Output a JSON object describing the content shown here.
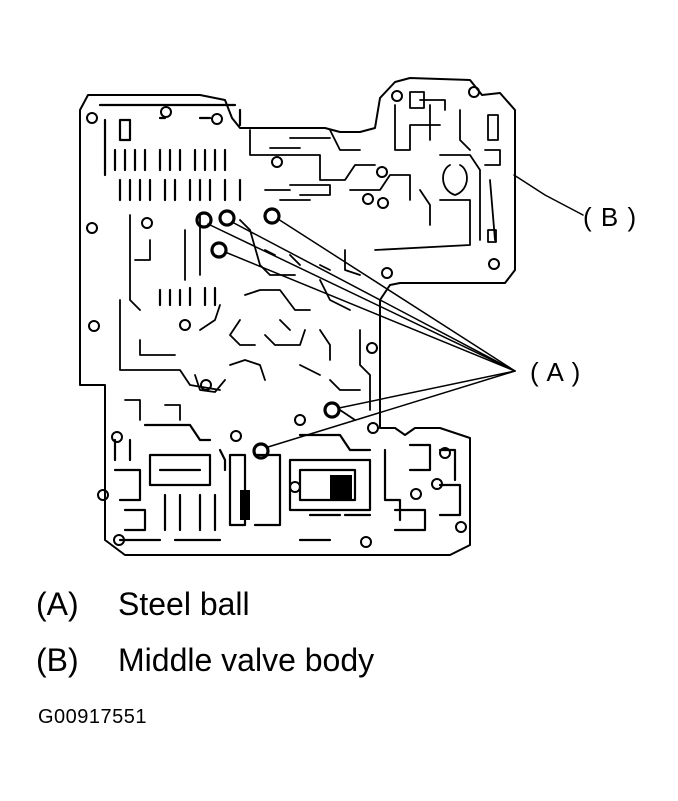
{
  "callouts": {
    "a": "( A )",
    "b": "( B )"
  },
  "legend": [
    {
      "key": "(A)",
      "text": "Steel ball"
    },
    {
      "key": "(B)",
      "text": "Middle valve body"
    }
  ],
  "figure_id": "G00917551",
  "colors": {
    "line": "#000000",
    "background": "#ffffff"
  }
}
